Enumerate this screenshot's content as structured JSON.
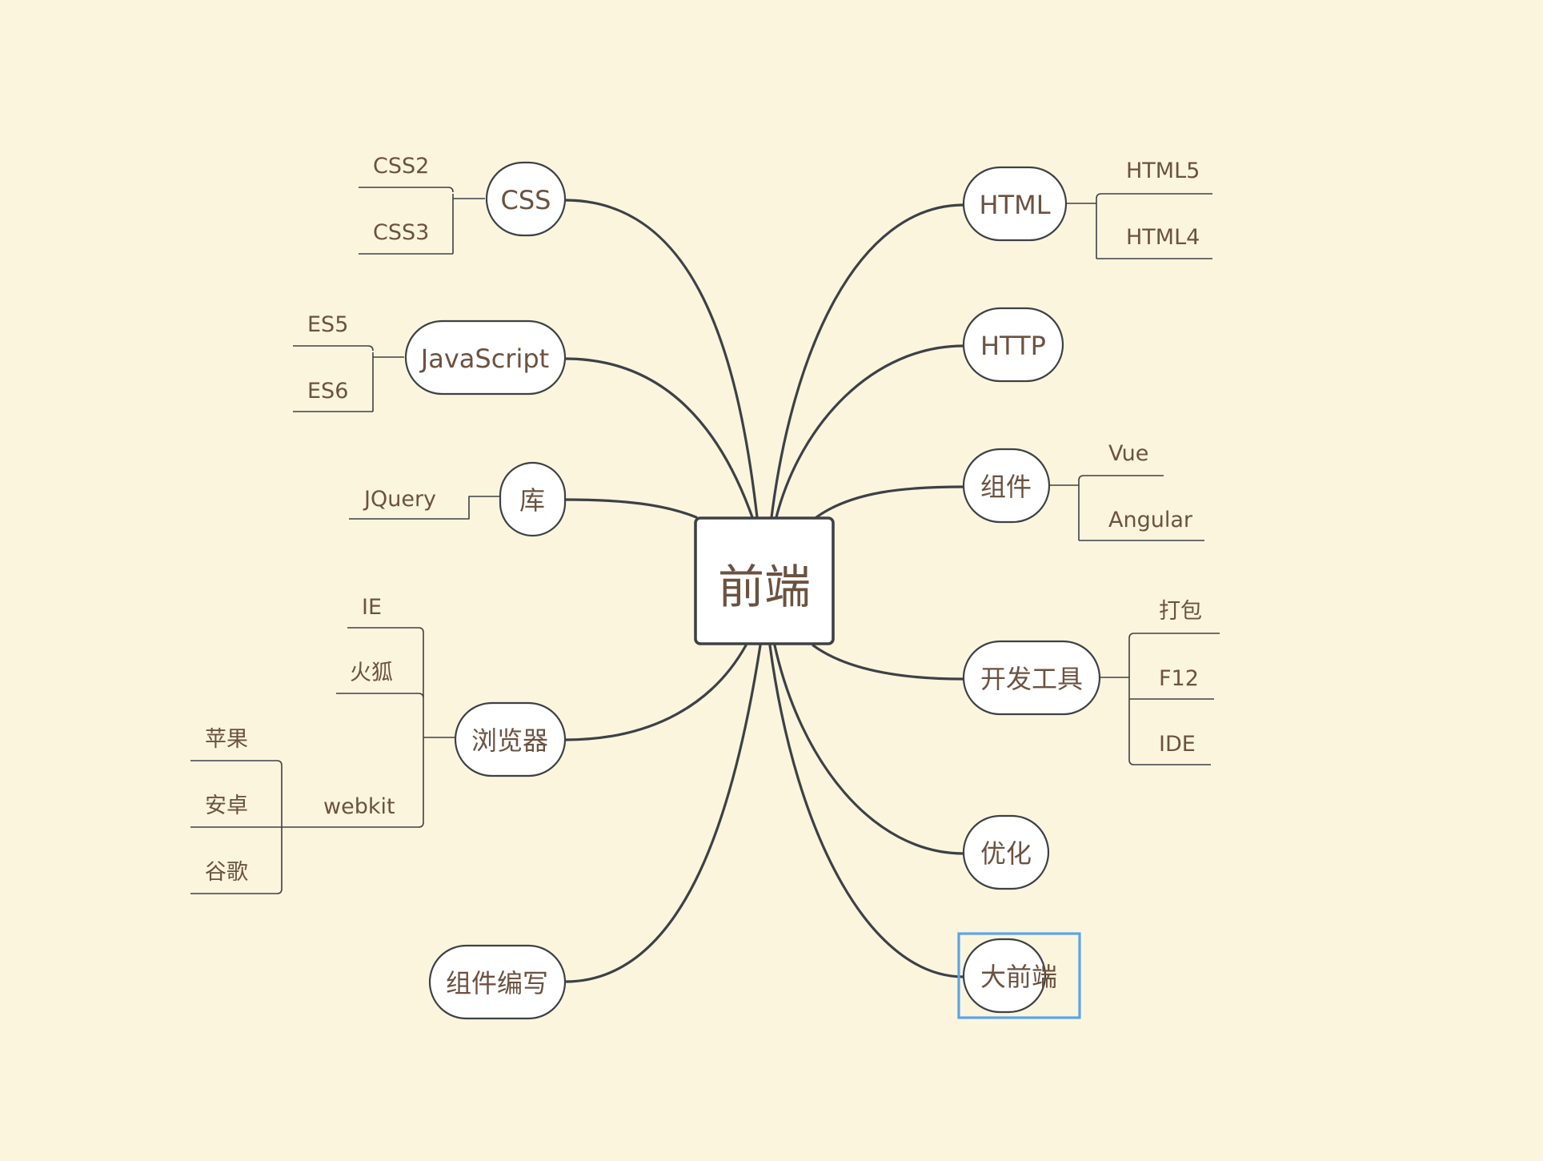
{
  "colors": {
    "background": "#fcf5de",
    "line": "#3d4145",
    "node_fill": "#ffffff",
    "text": "#6b5240",
    "selection": "#5aa3ea"
  },
  "root": {
    "label": "前端"
  },
  "topics": [
    {
      "id": "css",
      "label": "CSS",
      "children": [
        {
          "label": "CSS2"
        },
        {
          "label": "CSS3"
        }
      ]
    },
    {
      "id": "javascript",
      "label": "JavaScript",
      "children": [
        {
          "label": "ES5"
        },
        {
          "label": "ES6"
        }
      ]
    },
    {
      "id": "library",
      "label": "库",
      "children": [
        {
          "label": "JQuery"
        }
      ]
    },
    {
      "id": "browser",
      "label": "浏览器",
      "children": [
        {
          "label": "IE"
        },
        {
          "label": "火狐"
        },
        {
          "label": "webkit",
          "children": [
            {
              "label": "苹果"
            },
            {
              "label": "安卓"
            },
            {
              "label": "谷歌"
            }
          ]
        }
      ]
    },
    {
      "id": "component-writing",
      "label": "组件编写",
      "children": []
    },
    {
      "id": "html",
      "label": "HTML",
      "children": [
        {
          "label": "HTML5"
        },
        {
          "label": "HTML4"
        }
      ]
    },
    {
      "id": "http",
      "label": "HTTP",
      "children": []
    },
    {
      "id": "component",
      "label": "组件",
      "children": [
        {
          "label": "Vue"
        },
        {
          "label": "Angular"
        }
      ]
    },
    {
      "id": "devtools",
      "label": "开发工具",
      "children": [
        {
          "label": "打包"
        },
        {
          "label": "F12"
        },
        {
          "label": "IDE"
        }
      ]
    },
    {
      "id": "optimization",
      "label": "优化",
      "children": []
    },
    {
      "id": "big-frontend",
      "label": "大前端",
      "children": [],
      "selected": true
    }
  ]
}
